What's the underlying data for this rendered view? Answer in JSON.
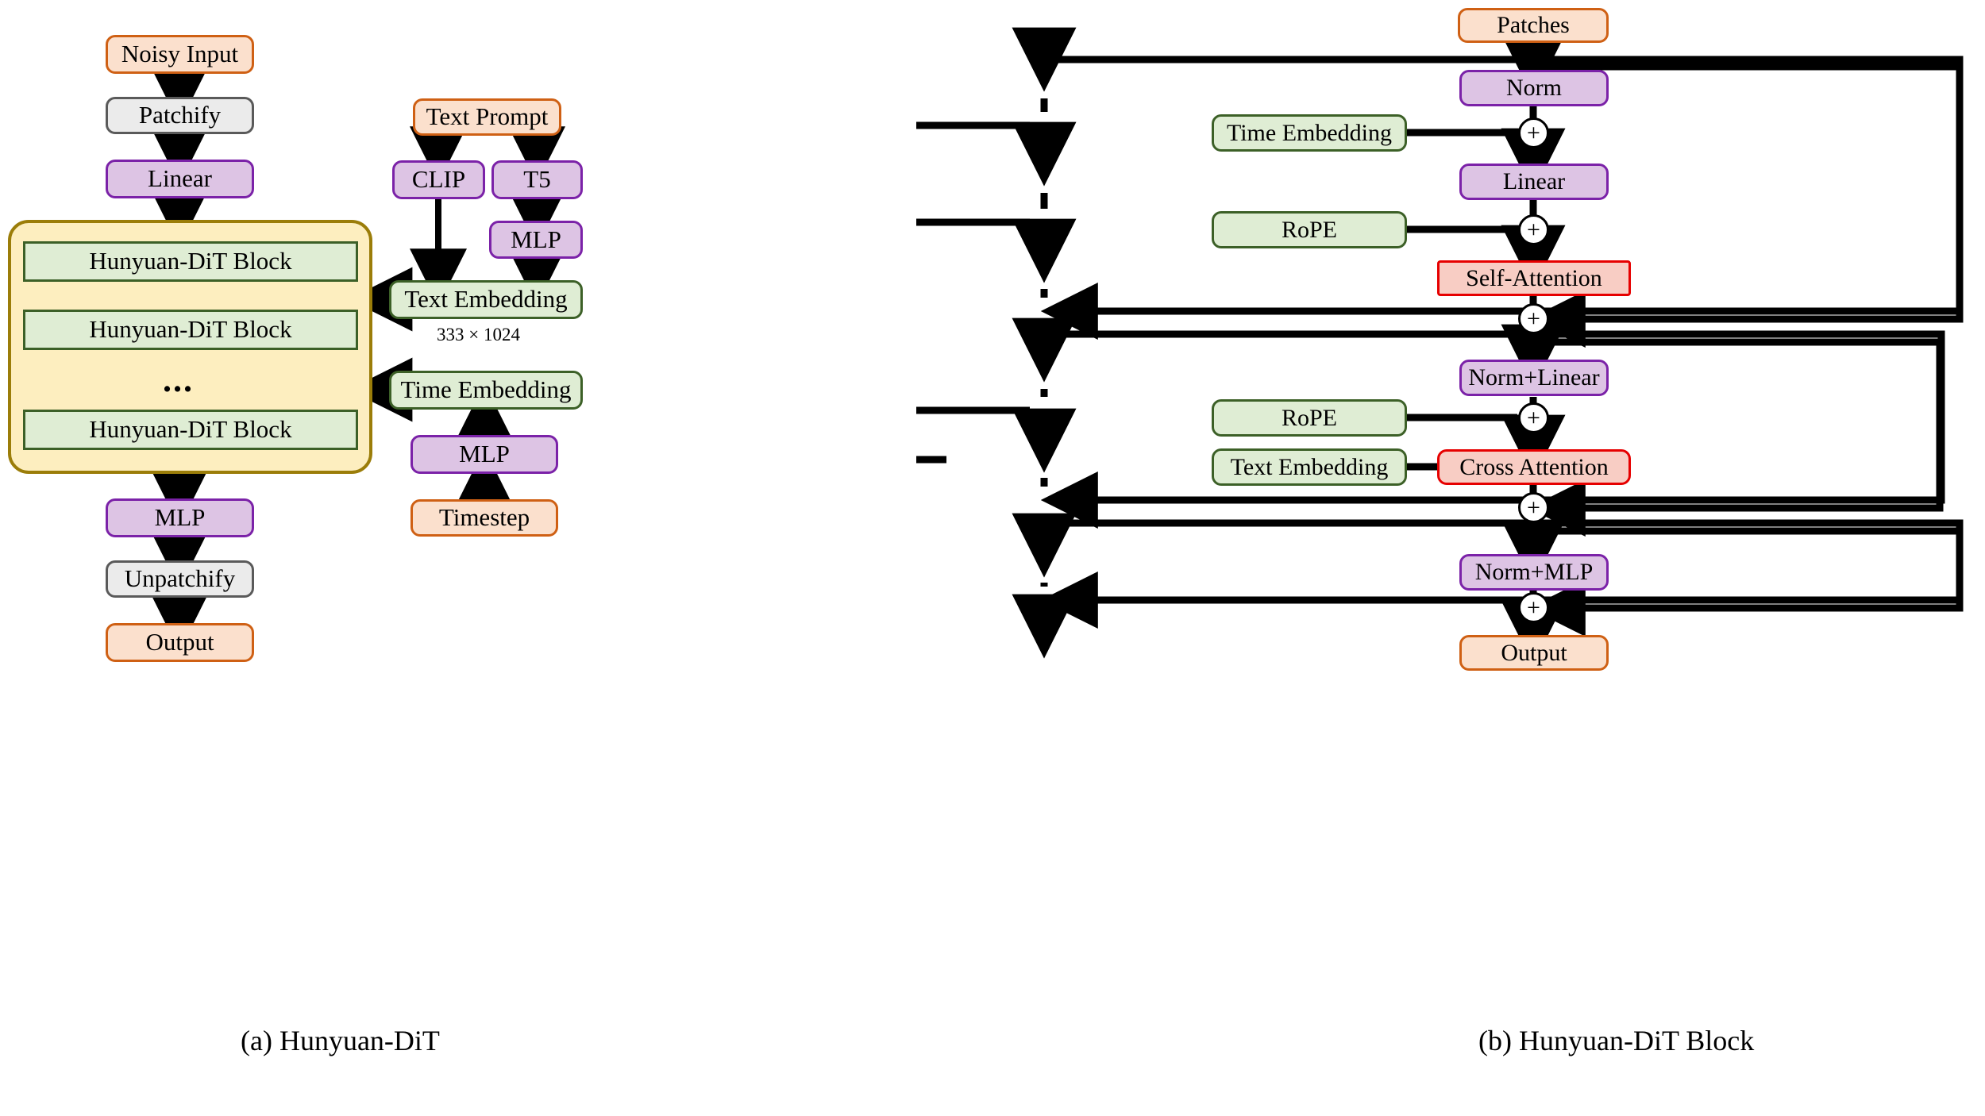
{
  "figure": {
    "panels": [
      {
        "id": "panel-a",
        "caption": "(a) Hunyuan-DiT",
        "nodes": {
          "noisy_input": "Noisy Input",
          "patchify": "Patchify",
          "linear": "Linear",
          "block1": "Hunyuan-DiT Block",
          "block2": "Hunyuan-DiT Block",
          "ellipsis": "...",
          "block3": "Hunyuan-DiT Block",
          "mlp_out": "MLP",
          "unpatchify": "Unpatchify",
          "output": "Output",
          "text_prompt": "Text Prompt",
          "clip": "CLIP",
          "t5": "T5",
          "mlp_text": "MLP",
          "text_embedding": "Text Embedding",
          "text_embedding_dims": "333 × 1024",
          "time_embedding": "Time Embedding",
          "mlp_time": "MLP",
          "timestep": "Timestep"
        }
      },
      {
        "id": "panel-b",
        "caption": "(b) Hunyuan-DiT Block",
        "nodes": {
          "patches": "Patches",
          "norm": "Norm",
          "time_embedding": "Time Embedding",
          "linear": "Linear",
          "rope1": "RoPE",
          "self_attention": "Self-Attention",
          "norm_linear": "Norm+Linear",
          "rope2": "RoPE",
          "text_embedding": "Text Embedding",
          "cross_attention": "Cross Attention",
          "norm_mlp": "Norm+MLP",
          "output": "Output",
          "plus1": "+",
          "plus2": "+",
          "plus3": "+",
          "plus4": "+",
          "plus5": "+",
          "plus6": "+",
          "plus7": "+"
        }
      }
    ]
  },
  "colors": {
    "orange_fill": "#fbe0cd",
    "orange_border": "#cf6014",
    "gray_fill": "#ebebeb",
    "gray_border": "#5a5a5a",
    "purple_fill": "#ddc4e4",
    "purple_border": "#7b22a8",
    "green_fill": "#dfedd4",
    "green_border": "#3c6027",
    "red_fill": "#f8cdc4",
    "red_border": "#e60000",
    "yellow_fill": "#fdeebf",
    "yellow_border": "#9b7d09",
    "wire": "#000000",
    "background": "#ffffff"
  }
}
